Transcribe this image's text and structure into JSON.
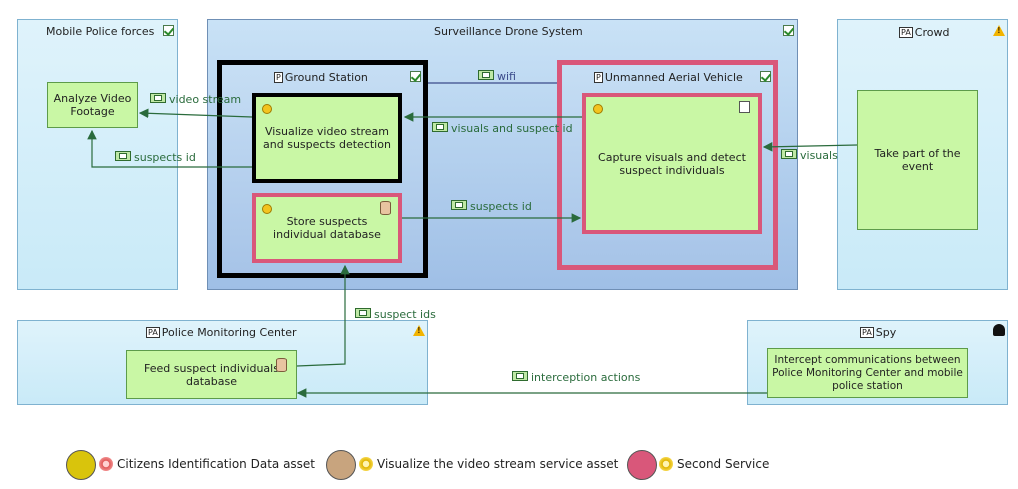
{
  "colors": {
    "actor_bg": "#d4eef9",
    "system_bg": "#b4d0ee",
    "function_bg": "#c9f7a5",
    "exchange_line": "#2a6b3c",
    "highlight_pink": "#d9577a",
    "legend_citizens": "#d9c40c",
    "legend_visualize": "#c8a47e",
    "legend_second": "#d9577a"
  },
  "actors": {
    "mobile_police": {
      "title": "Mobile Police forces",
      "function": "Analyze Video Footage"
    },
    "crowd": {
      "title": "Crowd",
      "function": "Take part of the event"
    },
    "monitoring_center": {
      "title": "Police Monitoring Center",
      "function": "Feed suspect individuals database"
    },
    "spy": {
      "title": "Spy",
      "function": "Intercept communications between Police Monitoring Center and mobile police station"
    }
  },
  "system": {
    "title": "Surveillance Drone System",
    "ground_station": {
      "title": "Ground Station",
      "func_visualize": "Visualize video stream and suspects detection",
      "func_store": "Store suspects individual database"
    },
    "uav": {
      "title": "Unmanned Aerial Vehicle",
      "func_capture": "Capture visuals and detect suspect individuals"
    }
  },
  "exchanges": {
    "video_stream": "video stream",
    "suspects_id_left": "suspects id",
    "wifi": "wifi",
    "visuals_suspect": "visuals and suspect id",
    "suspects_id_mid": "suspects id",
    "visuals": "visuals",
    "suspect_ids": "suspect ids",
    "interception": "interception actions"
  },
  "icons": {
    "pa": "PA",
    "p": "P"
  },
  "legend": [
    {
      "label": "Citizens Identification Data asset",
      "color": "#d9c40c",
      "icon": "red-flower-icon"
    },
    {
      "label": "Visualize the video stream service asset",
      "color": "#c8a47e",
      "icon": "yellow-flower-icon"
    },
    {
      "label": "Second Service",
      "color": "#d9577a",
      "icon": "yellow-flower-icon"
    }
  ]
}
